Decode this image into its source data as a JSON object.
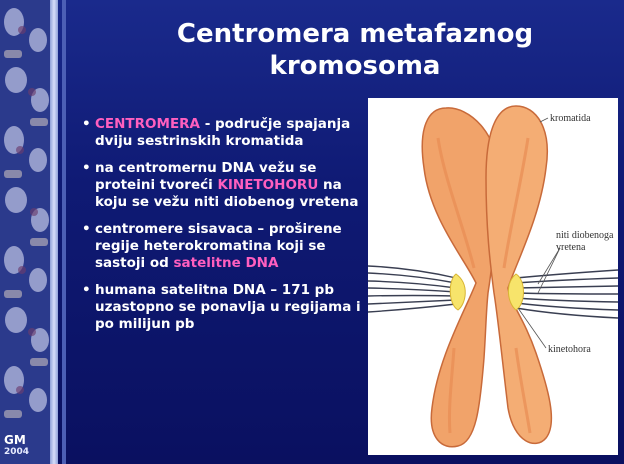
{
  "slide": {
    "title_line1": "Centromera metafaznog",
    "title_line2": "kromosoma",
    "bullets": [
      {
        "hl": "CENTROMERA",
        "post": " - područje spajanja dviju sestrinskih kromatida"
      },
      {
        "pre": "na centromernu DNA vežu se proteini tvoreći ",
        "hl": "KINETOHORU",
        "post": " na koju se vežu niti diobenog vretena"
      },
      {
        "pre": "centromere sisavaca – proširene regije heterokromatina koji se sastoji od ",
        "hl": "satelitne DNA"
      },
      {
        "pre": "humana satelitna DNA – 171 pb uzastopno se ponavlja u regijama i po milijun pb"
      }
    ],
    "figure_labels": {
      "kromatida": "kromatida",
      "niti_line1": "niti diobenoga",
      "niti_line2": "vretena",
      "kinetohora": "kinetohora"
    },
    "footer_initials": "GM",
    "footer_year": "2004"
  },
  "colors": {
    "background": "#0f1a74",
    "title": "#ffffff",
    "highlight": "#ff5fbf",
    "chromosome": "#f1a36a"
  }
}
